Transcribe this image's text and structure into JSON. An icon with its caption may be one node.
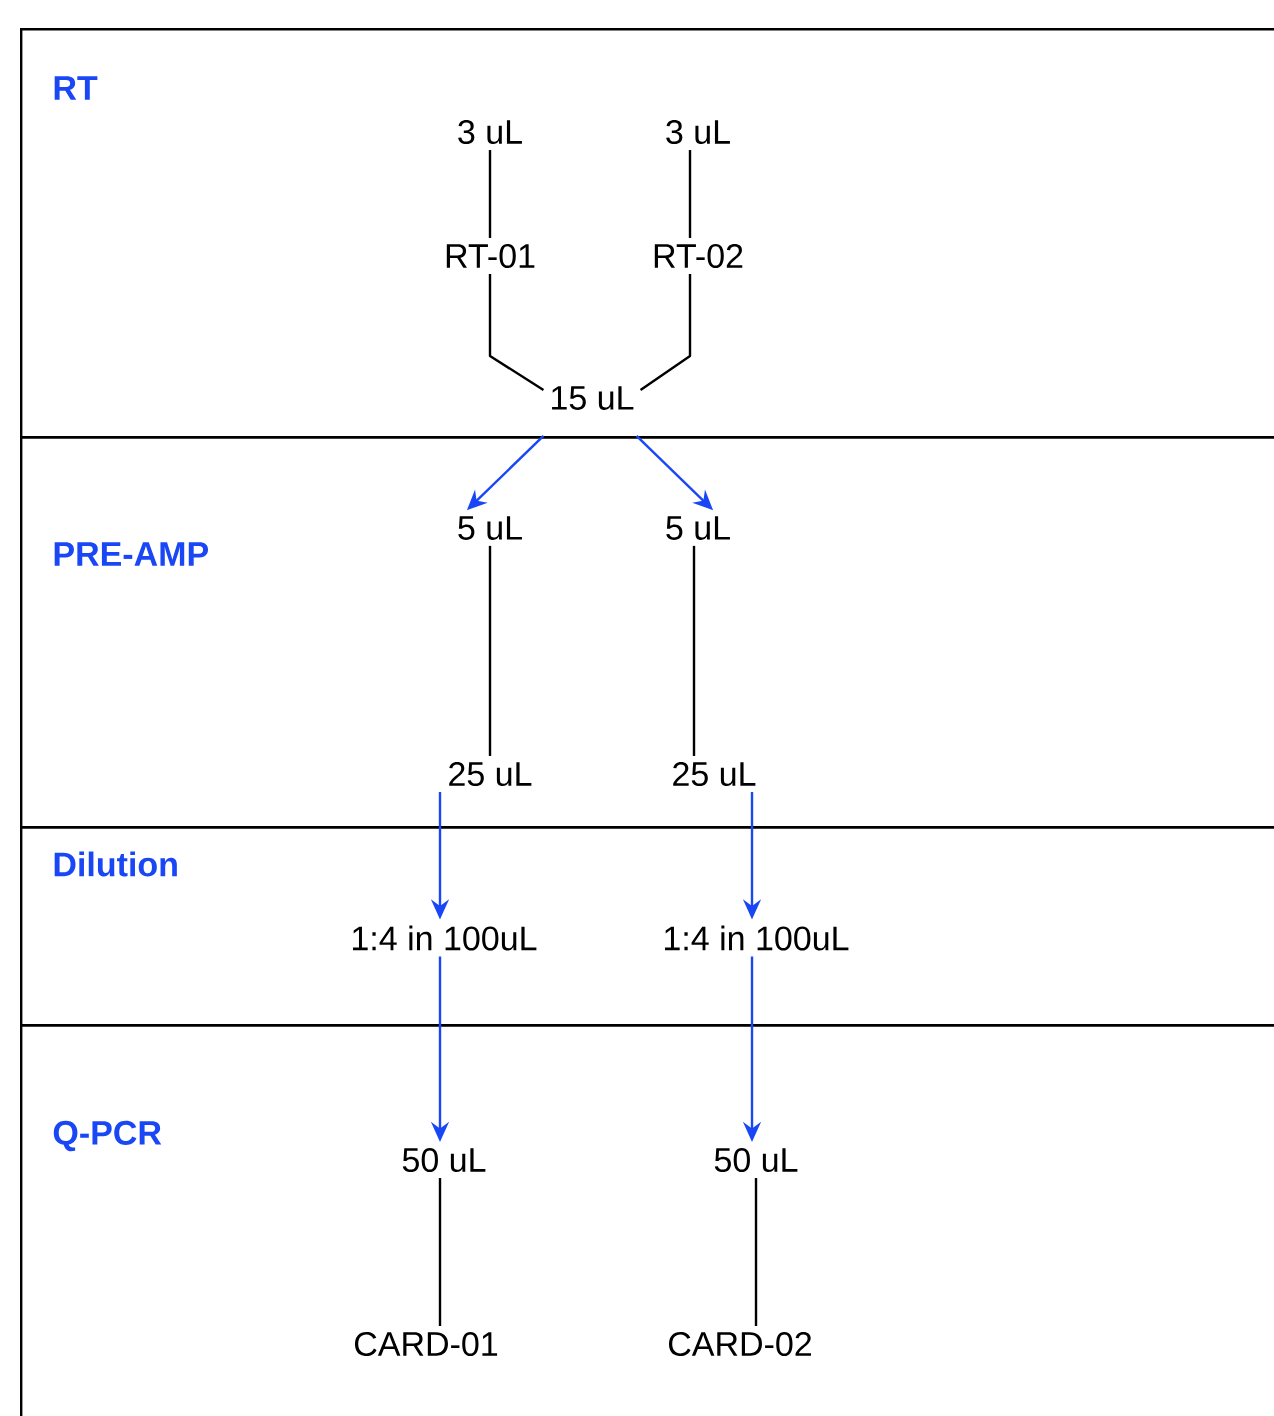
{
  "diagram": {
    "nodes": [
      {
        "text": [
          "RT"
        ]
      },
      {
        "text": [
          "PRE-AMP"
        ]
      },
      {
        "text": [
          "Dilution"
        ]
      },
      {
        "text": [
          "Q-PCR"
        ]
      },
      {
        "text": [
          "3 uL"
        ],
        "in": 0
      },
      {
        "text": [
          "3 uL"
        ],
        "in": 0
      },
      {
        "text": [
          "RT-01"
        ],
        "in": 0
      },
      {
        "text": [
          "RT-02"
        ],
        "in": 0
      },
      {
        "text": [
          "15 uL"
        ],
        "in": 0
      },
      {
        "text": [
          "5 uL"
        ],
        "in": 1
      },
      {
        "text": [
          "5 uL"
        ],
        "in": 1
      },
      {
        "text": [
          "25 uL"
        ],
        "in": 1
      },
      {
        "text": [
          "25 uL"
        ],
        "in": 1
      },
      {
        "text": [
          "1:4 in 100uL"
        ],
        "in": 2
      },
      {
        "text": [
          "1:4 in 100uL"
        ],
        "in": 2
      },
      {
        "text": [
          "50 uL"
        ],
        "in": 3
      },
      {
        "text": [
          "50 uL"
        ],
        "in": 3
      },
      {
        "text": [
          "CARD-01"
        ],
        "in": 3
      },
      {
        "text": [
          "CARD-02"
        ],
        "in": 3
      }
    ],
    "edges": [
      {
        "from": 4,
        "to": 6,
        "arrow": "none"
      },
      {
        "from": 5,
        "to": 7,
        "arrow": "none"
      },
      {
        "from": 6,
        "to": 8,
        "arrow": "none"
      },
      {
        "from": 7,
        "to": 8,
        "arrow": "none"
      },
      {
        "from": 8,
        "to": 9,
        "arrow": "to",
        "color": "#1a47f5"
      },
      {
        "from": 8,
        "to": 10,
        "arrow": "to",
        "color": "#1a47f5"
      },
      {
        "from": 9,
        "to": 11,
        "arrow": "none"
      },
      {
        "from": 10,
        "to": 12,
        "arrow": "none"
      },
      {
        "from": 11,
        "to": 13,
        "arrow": "to",
        "color": "#1a47f5"
      },
      {
        "from": 12,
        "to": 14,
        "arrow": "to",
        "color": "#1a47f5"
      },
      {
        "from": 13,
        "to": 15,
        "arrow": "to",
        "color": "#1a47f5"
      },
      {
        "from": 14,
        "to": 16,
        "arrow": "to",
        "color": "#1a47f5"
      },
      {
        "from": 15,
        "to": 17,
        "arrow": "none"
      },
      {
        "from": 16,
        "to": 18,
        "arrow": "none"
      }
    ]
  }
}
